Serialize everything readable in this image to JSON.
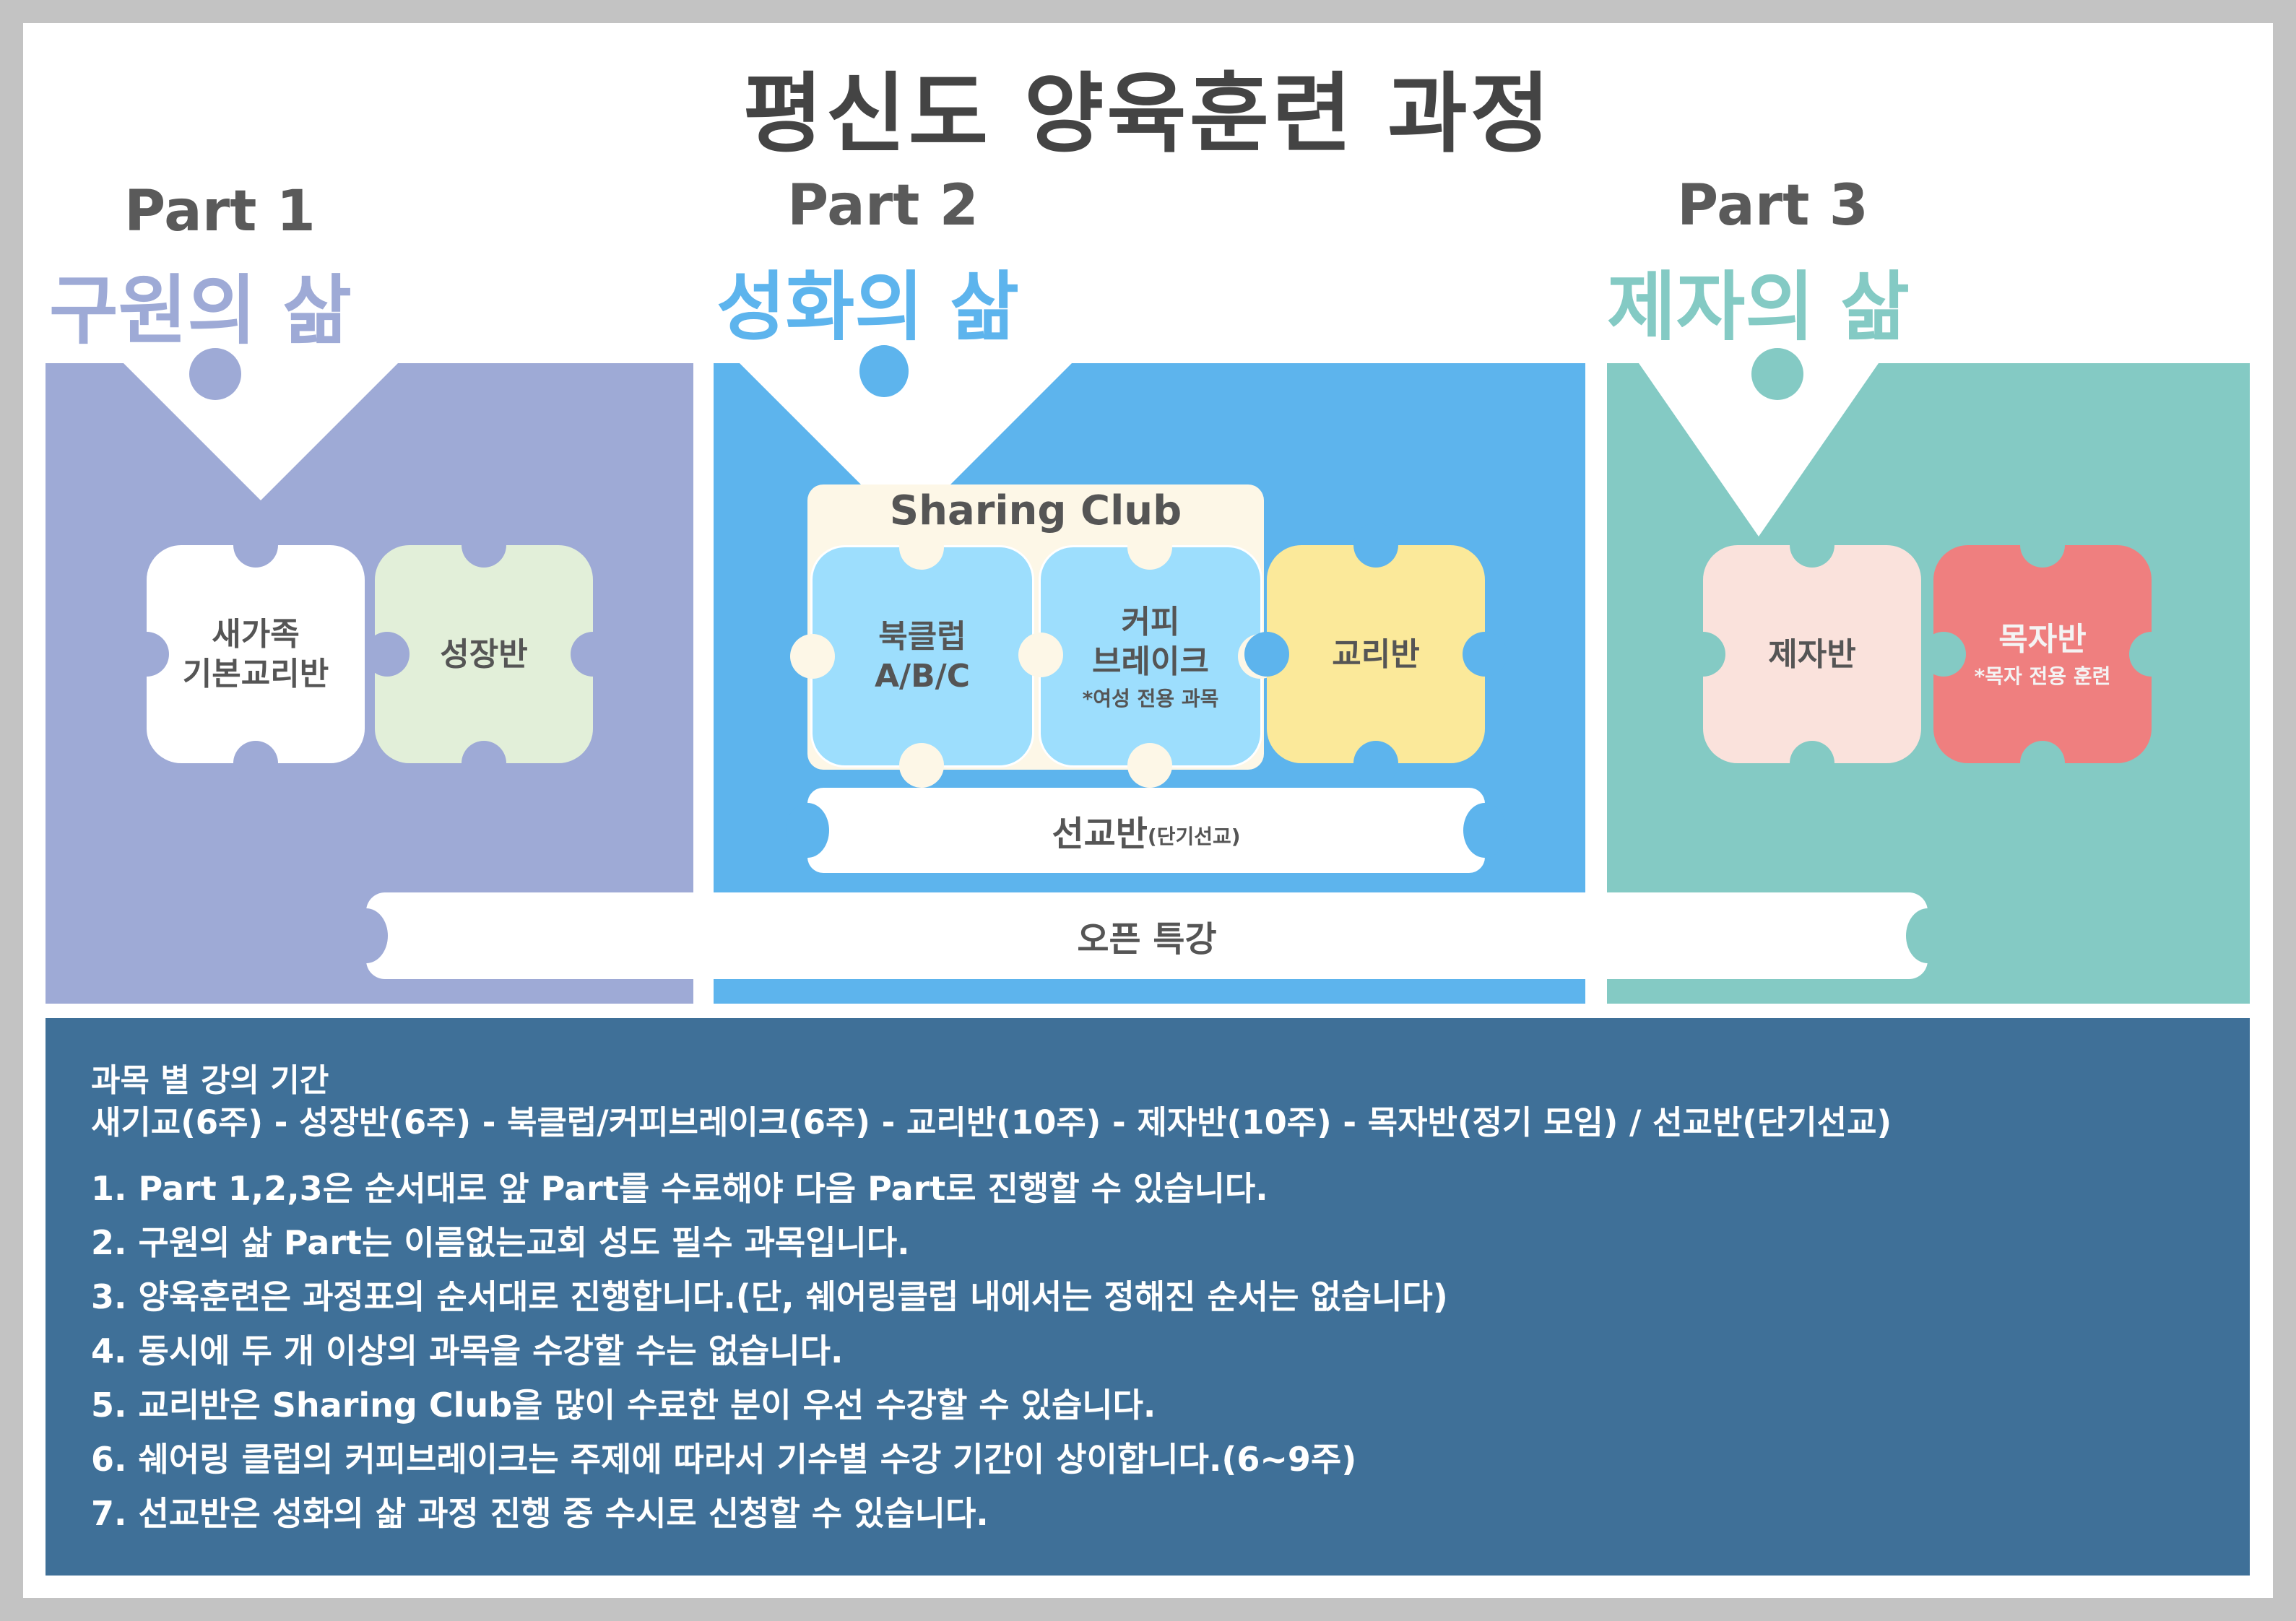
{
  "title": "평신도 양육훈련 과정",
  "colors": {
    "part1": "#9eaad6",
    "part2": "#5db4ed",
    "part3": "#84cac4",
    "info_bg": "#3f7098",
    "frame": "#c3c3c3"
  },
  "parts": [
    {
      "label": "Part 1",
      "name": "구원의 삶",
      "courses": [
        {
          "name": "새가족\n기본교리반",
          "line1": "새가족",
          "line2": "기본교리반",
          "color": "#ffffff"
        },
        {
          "name": "성장반",
          "color": "#e2efd9"
        }
      ]
    },
    {
      "label": "Part 2",
      "name": "성화의 삶",
      "sharing_club": {
        "title": "Sharing Club",
        "courses": [
          {
            "line1": "북클럽",
            "line2": "A/B/C",
            "color": "#9ddefd"
          },
          {
            "line1": "커피",
            "line2": "브레이크",
            "note": "*여성 전용 과목",
            "color": "#9ddefd"
          }
        ]
      },
      "doctrine": {
        "name": "교리반",
        "color": "#fbe99a"
      },
      "mission": {
        "name": "선교반",
        "note": "(단기선교)"
      }
    },
    {
      "label": "Part 3",
      "name": "제자의 삶",
      "courses": [
        {
          "name": "제자반",
          "color": "#fae2dc"
        },
        {
          "name": "목자반",
          "note": "*목자 전용 훈련",
          "color": "#ef7f7f"
        }
      ]
    }
  ],
  "open_lecture": "오픈 특강",
  "info": {
    "heading": "과목 별 강의 기간",
    "durations": "새기교(6주) - 성장반(6주) - 북클럽/커피브레이크(6주) - 교리반(10주) - 제자반(10주) - 목자반(정기 모임) / 선교반(단기선교)",
    "rules": [
      "1. Part 1,2,3은 순서대로 앞 Part를 수료해야 다음 Part로 진행할 수 있습니다.",
      "2. 구원의 삶 Part는 이름없는교회 성도 필수 과목입니다.",
      "3. 양육훈련은 과정표의 순서대로 진행합니다.(단, 쉐어링클럽 내에서는 정해진 순서는 없습니다)",
      "4. 동시에 두 개 이상의 과목을 수강할 수는 없습니다.",
      "5. 교리반은 Sharing Club을 많이 수료한 분이 우선 수강할 수 있습니다.",
      "6. 쉐어링 클럽의 커피브레이크는 주제에 따라서 기수별 수강 기간이 상이합니다.(6~9주)",
      "7. 선교반은 성화의 삶 과정 진행 중 수시로 신청할 수 있습니다."
    ]
  }
}
